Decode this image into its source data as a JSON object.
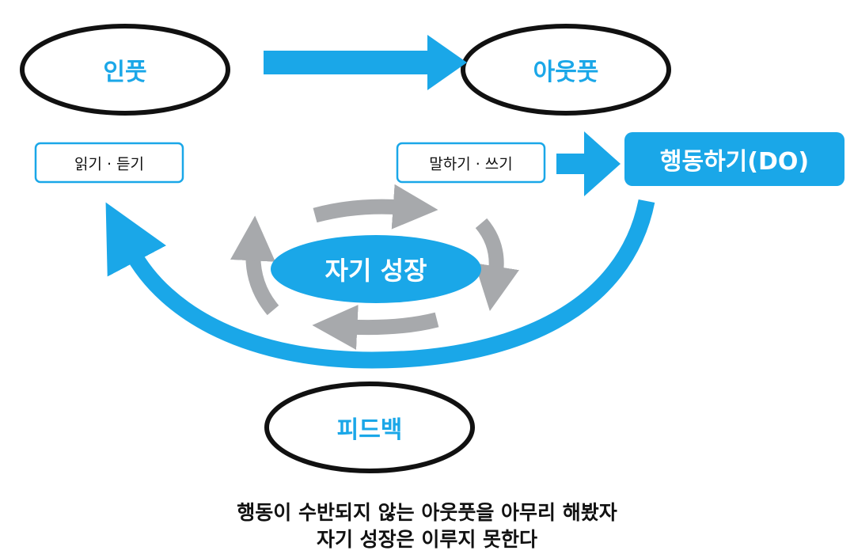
{
  "nodes": {
    "input": "인풋",
    "output": "아웃풋",
    "reading_listening": "읽기 · 듣기",
    "speaking_writing": "말하기 · 쓰기",
    "do": "행동하기(DO)",
    "self_growth": "자기 성장",
    "feedback": "피드백"
  },
  "caption": {
    "line1": "행동이 수반되지 않는 아웃풋을 아무리 해봤자",
    "line2": "자기 성장은 이루지 못한다"
  },
  "colors": {
    "accent_blue": "#1aa7e8",
    "cycle_gray": "#a7a9ac",
    "outline_black": "#111111"
  }
}
